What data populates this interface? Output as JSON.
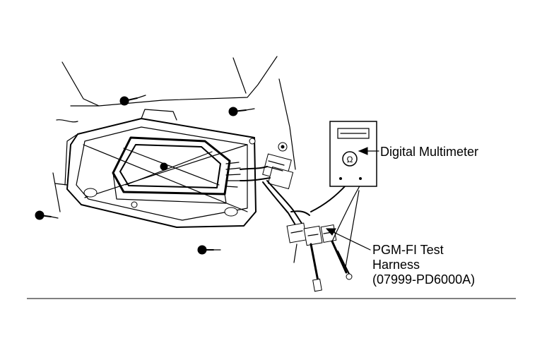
{
  "labels": {
    "multimeter": "Digital Multimeter",
    "harness_line1": "PGM-FI Test",
    "harness_line2": "Harness",
    "harness_line3": "(07999-PD6000A)",
    "ohm_symbol": "Ω"
  },
  "icons": {
    "multimeter": "multimeter-icon",
    "ecu": "ecu-module-icon",
    "harness": "test-harness-icon",
    "bolt": "bolt-icon"
  }
}
